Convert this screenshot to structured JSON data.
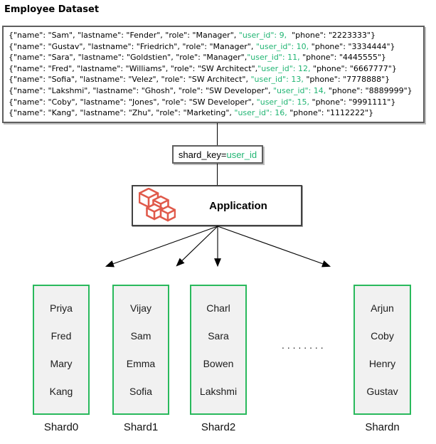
{
  "title": "Employee Dataset",
  "dataset": {
    "records": [
      {
        "pre": "{\"name\": \"Sam\", \"lastname\": \"Fender\", \"role\": \"Manager\", ",
        "key": "\"user_id\": 9,",
        "post": "  \"phone\": \"2223333\"}"
      },
      {
        "pre": "{\"name\": \"Gustav\", \"lastname\": \"Friedrich\", \"role\": \"Manager\", ",
        "key": "\"user_id\": 10,",
        "post": " \"phone\": \"3334444\"}"
      },
      {
        "pre": "{\"name\": \"Sara\", \"lastname\": \"Goldstien\", \"role\": \"Manager\",",
        "key": "\"user_id\": 11,",
        "post": " \"phone\": \"4445555\"}"
      },
      {
        "pre": "{\"name\": \"Fred\", \"lastname\": \"Williams\", \"role\": \"SW Architect\",",
        "key": "\"user_id\": 12,",
        "post": " \"phone\": \"6667777\"}"
      },
      {
        "pre": "{\"name\": \"Sofia\", \"lastname\": \"Velez\", \"role\": \"SW Architect\", ",
        "key": "\"user_id\": 13,",
        "post": " \"phone\": \"7778888\"}"
      },
      {
        "pre": "{\"name\": \"Lakshmi\", \"lastname\": \"Ghosh\", \"role\": \"SW Developer\", ",
        "key": "\"user_id\": 14,",
        "post": " \"phone\": \"8889999\"}"
      },
      {
        "pre": "{\"name\": \"Coby\", \"lastname\": \"Jones\", \"role\": \"SW Developer\", ",
        "key": "\"user_id\": 15,",
        "post": " \"phone\": \"9991111\"}"
      },
      {
        "pre": "{\"name\": \"Kang\", \"lastname\": \"Zhu\", \"role\": \"Marketing\", ",
        "key": "\"user_id\": 16,",
        "post": " \"phone\": \"1112222\"}"
      }
    ]
  },
  "shard_key": {
    "label_black": "shard_key=",
    "label_green": "user_id"
  },
  "application": {
    "label": "Application",
    "icon": "red-cubes-icon"
  },
  "shards": [
    {
      "label": "Shard0",
      "names": [
        "Priya",
        "Fred",
        "Mary",
        "Kang"
      ]
    },
    {
      "label": "Shard1",
      "names": [
        "Vijay",
        "Sam",
        "Emma",
        "Sofia"
      ]
    },
    {
      "label": "Shard2",
      "names": [
        "Charl",
        "Sara",
        "Bowen",
        "Lakshmi"
      ]
    },
    {
      "label": "Shardn",
      "names": [
        "Arjun",
        "Coby",
        "Henry",
        "Gustav"
      ]
    }
  ],
  "ellipsis": "........",
  "colors": {
    "key_text_green": "#21b573",
    "shard_border_green": "#29b95c",
    "icon_red": "#e05a4b",
    "box_border_gray": "#5e5e5e",
    "app_border_dark": "#424242",
    "shard_fill": "#f1f1f1",
    "arrow_black": "#000000"
  }
}
